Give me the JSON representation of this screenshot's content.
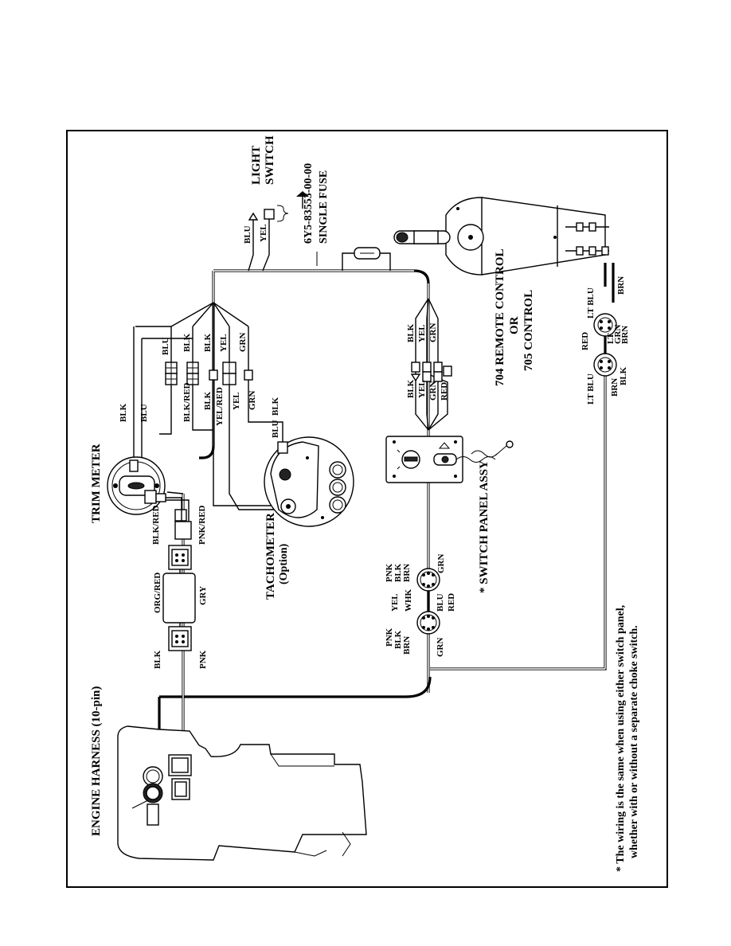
{
  "light_switch": {
    "line1": "LIGHT",
    "line2": "SWITCH",
    "wire_blu": "BLU",
    "wire_yel": "YEL"
  },
  "fuse": {
    "part_no": "6Y5-83553-00-00",
    "label": "SINGLE FUSE"
  },
  "remote_control": {
    "line1": "704 REMOTE CONTROL",
    "line2": "OR",
    "line3": "705 CONTROL"
  },
  "trim_meter": {
    "label": "TRIM METER",
    "wire_blk": "BLK",
    "wire_blu": "BLU",
    "wire_blk_red": "BLK/RED",
    "wire_pnk_red": "PNK/RED"
  },
  "tachometer": {
    "label": "TACHOMETER",
    "option": "(Option)",
    "wire_blu": "BLU"
  },
  "switch_panel": {
    "label": "* SWITCH PANEL ASSY"
  },
  "engine_harness": {
    "label": "ENGINE HARNESS (10-pin)"
  },
  "trim_harness": {
    "org_red": "ORG/RED",
    "gry": "GRY",
    "blk": "BLK",
    "pnk": "PNK"
  },
  "upper_connectors": {
    "top_row": [
      "BLU",
      "BLK",
      "BLK",
      "YEL",
      "GRN"
    ],
    "bottom_row": [
      "BLK/RED",
      "BLK",
      "YEL/RED",
      "YEL",
      "GRN",
      "BLK"
    ]
  },
  "switch_connectors": {
    "top_row": [
      "BLK",
      "YEL",
      "GRN"
    ],
    "bottom_row": [
      "BLK",
      "YEL",
      "GRN",
      "RED"
    ]
  },
  "plug_a": {
    "left": [
      "PNK",
      "BLK",
      "BRN"
    ],
    "right": "GRN"
  },
  "plug_b": {
    "left": [
      "PNK",
      "BLK",
      "BRN"
    ],
    "right": "GRN"
  },
  "mid_wires": {
    "yel": "YEL",
    "whk": "WHK",
    "blu": "BLU",
    "red": "RED"
  },
  "remote_plugs": {
    "left_a": "LT BLU",
    "left_b": "BRN",
    "left_c": "BLK",
    "mid_a": "RED",
    "mid_b": "LT",
    "mid_c": "GRN",
    "mid_d": "BRN",
    "right_a": "LT BLU",
    "right_b": "BRN"
  },
  "footnote": {
    "line1": "* The wiring is the same when using either switch panel,",
    "line2": "whether with or without a separate choke switch."
  }
}
